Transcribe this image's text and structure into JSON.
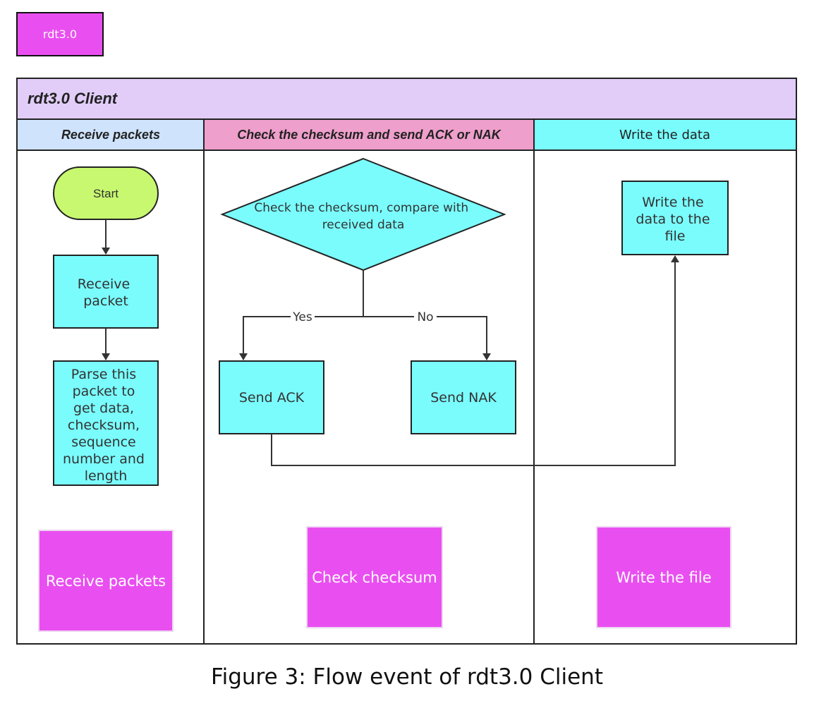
{
  "tag": {
    "label": "rdt3.0"
  },
  "pool": {
    "title": "rdt3.0 Client"
  },
  "lanes": [
    {
      "title": "Receive packets"
    },
    {
      "title": "Check the checksum and send ACK or NAK"
    },
    {
      "title": "Write the data"
    }
  ],
  "nodes": {
    "start": "Start",
    "receive_packet": [
      "Receive",
      "packet"
    ],
    "parse_packet": [
      "Parse this",
      "packet to",
      "get data,",
      "checksum,",
      "sequence",
      "number and",
      "length"
    ],
    "decision": [
      "Check the checksum, compare with",
      "received data"
    ],
    "send_ack": "Send ACK",
    "send_nak": "Send NAK",
    "write_data": [
      "Write the",
      "data to the",
      "file"
    ]
  },
  "edges": {
    "yes": "Yes",
    "no": "No"
  },
  "notes": {
    "receive": "Receive packets",
    "check": "Check checksum",
    "write": "Write the file"
  },
  "colors": {
    "start_fill": "#c7f86f",
    "process_fill": "#7afcfd",
    "note_fill": "#e94ff0"
  },
  "caption": "Figure 3: Flow event of rdt3.0 Client"
}
